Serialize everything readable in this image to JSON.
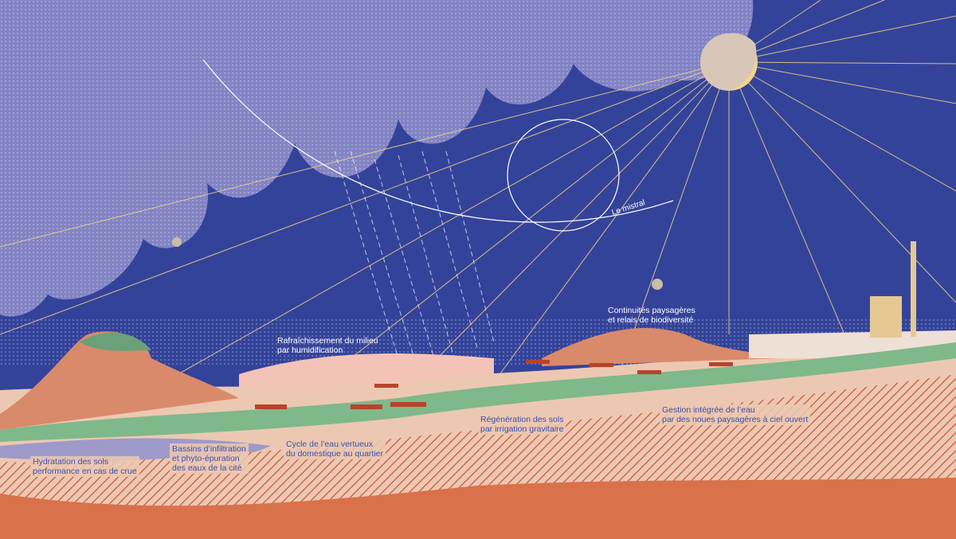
{
  "colors": {
    "sky": "#34439a",
    "cloud": "#8384c4",
    "sun": "#f2d48c",
    "ground": "#ecc8b2",
    "soil": "#d9714a",
    "hill": "#d98a6a",
    "green": "#7fb88a",
    "water": "#8a8fd0"
  },
  "labels": {
    "mistral": "Le mistral",
    "biodiversity": [
      "Continuités paysagères",
      "et relais de biodiversité"
    ],
    "cooling": [
      "Rafraîchissement du milieu",
      "par humidification"
    ],
    "hydration": [
      "Hydratation des sols",
      "performance en cas de crue"
    ],
    "basins": [
      "Bassins d’infiltration",
      "et phyto-épuration",
      "des eaux de la cité"
    ],
    "cycle": [
      "Cycle de l’eau vertueux",
      "du domestique au quartier"
    ],
    "regeneration": [
      "Régénération des sols",
      "par irrigation gravitaire"
    ],
    "management": [
      "Gestion intégrée de l’eau",
      "par des noues paysagères à ciel ouvert"
    ]
  }
}
